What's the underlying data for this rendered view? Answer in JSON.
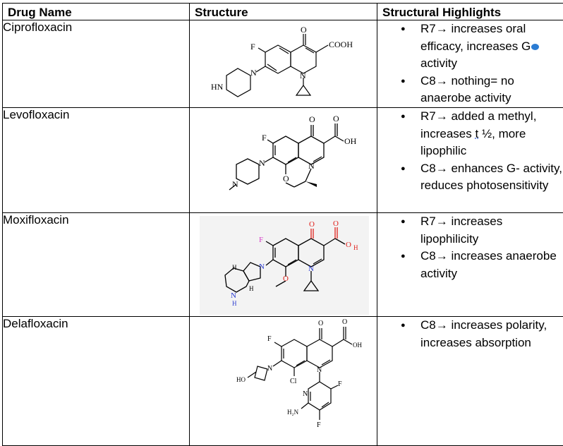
{
  "table": {
    "headers": [
      "Drug Name",
      "Structure",
      "Structural Highlights"
    ],
    "rows": [
      {
        "name": "Ciprofloxacin",
        "structure_labels": [
          "F",
          "O",
          "COOH",
          "N",
          "N",
          "HN"
        ],
        "highlights": [
          {
            "parts": [
              "R7",
              "→",
              " increases oral efficacy, increases G",
              " activity"
            ]
          },
          {
            "parts": [
              "C8",
              "→",
              " nothing= no anaerobe activity"
            ]
          }
        ]
      },
      {
        "name": "Levofloxacin",
        "structure_labels": [
          "F",
          "O",
          "O",
          "OH",
          "N",
          "N",
          "N",
          "O"
        ],
        "highlights": [
          {
            "parts": [
              "R7",
              "→",
              " added a methyl, increases ",
              "t",
              " ½, more lipophilic"
            ]
          },
          {
            "parts": [
              "C8",
              "→",
              " enhances G- activity, reduces photosensitivity"
            ]
          }
        ]
      },
      {
        "name": "Moxifloxacin",
        "structure_labels": [
          "F",
          "O",
          "O",
          "O",
          "H",
          "N",
          "N",
          "H",
          "H",
          "N",
          "H",
          "O"
        ],
        "highlights": [
          {
            "parts": [
              "R7",
              "→",
              " increases lipophilicity"
            ]
          },
          {
            "parts": [
              "C8",
              "→",
              " increases anaerobe activity"
            ]
          }
        ]
      },
      {
        "name": "Delafloxacin",
        "structure_labels": [
          "F",
          "O",
          "O",
          "OH",
          "N",
          "N",
          "Cl",
          "N",
          "HO",
          "F",
          "H₂N",
          "F"
        ],
        "highlights": [
          {
            "parts": [
              "C8",
              "→",
              " increases polarity, increases absorption"
            ]
          }
        ]
      }
    ]
  },
  "colors": {
    "border": "#000000",
    "cursor_mark": "#2b7cd3",
    "moxi_oxygen": "#e0201b",
    "moxi_nitrogen": "#2a3bd0",
    "moxi_fluorine": "#d63cc8"
  }
}
